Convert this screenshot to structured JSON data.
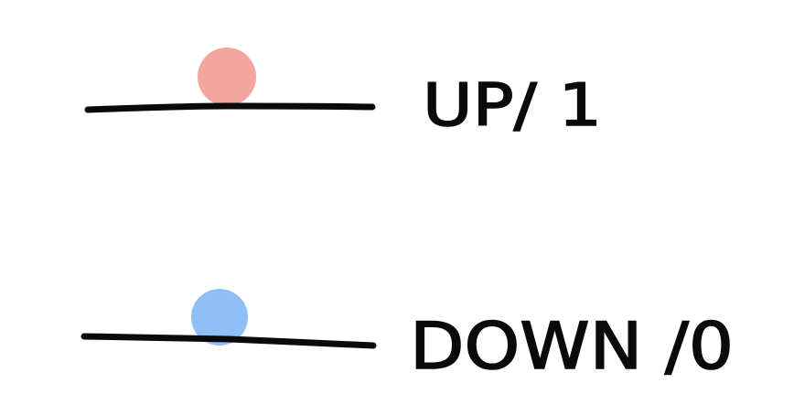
{
  "states": [
    {
      "id": "up",
      "label": "UP/ 1",
      "ball_color": "#f4a59e",
      "line_color": "#0a0a0a"
    },
    {
      "id": "down",
      "label": "DOWN /0",
      "ball_color": "#8fbff7",
      "line_color": "#0a0a0a"
    }
  ]
}
